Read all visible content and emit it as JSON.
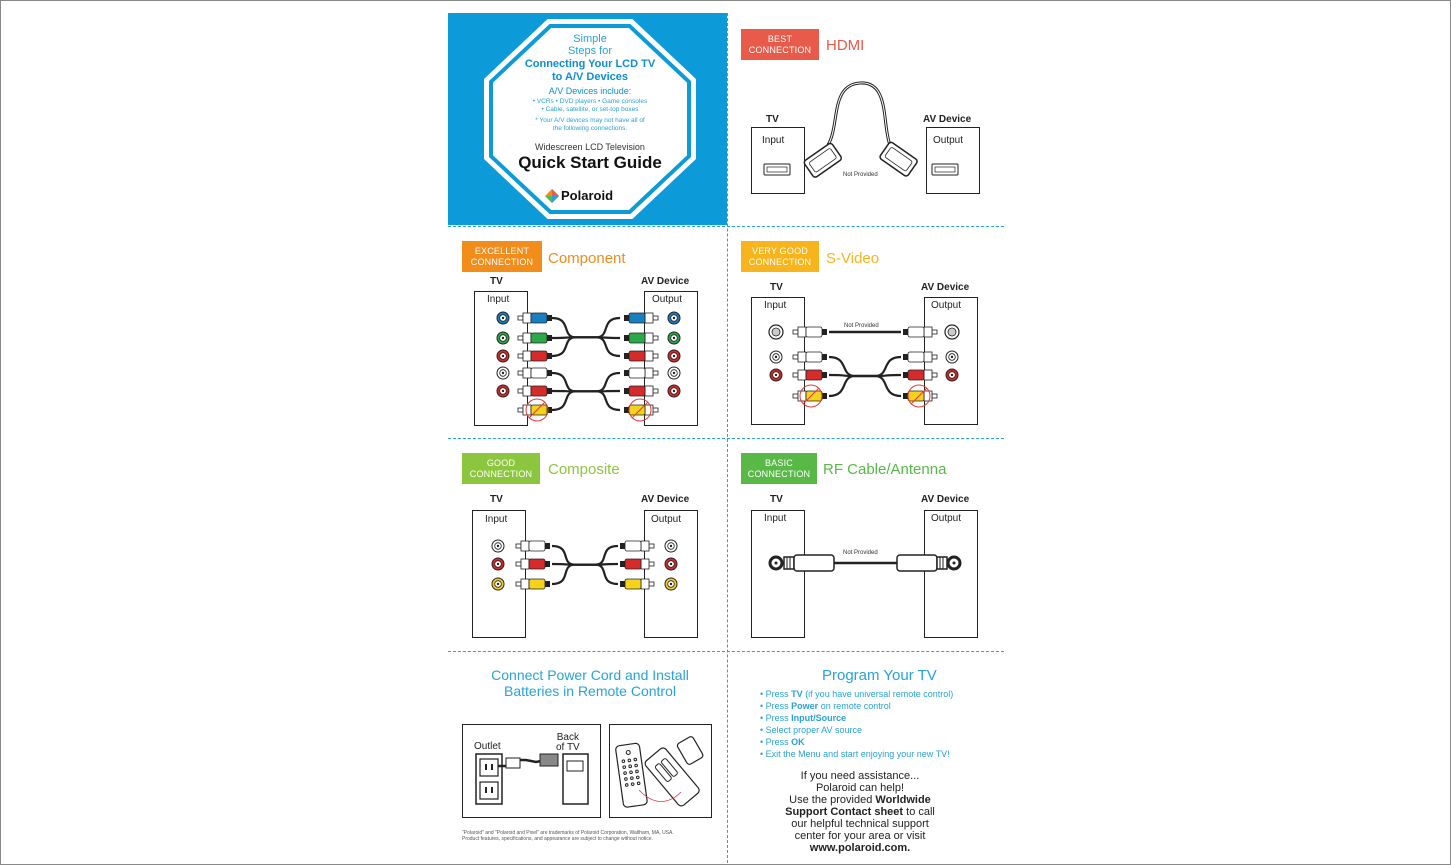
{
  "cover": {
    "simple": "Simple",
    "steps_for": "Steps for",
    "title_line1": "Connecting Your LCD TV",
    "title_line2": "to A/V Devices",
    "devices_heading": "A/V Devices include:",
    "devices_line1": "• VCRs • DVD players • Game consoles",
    "devices_line2": "• Cable, satellite, or set-top boxes",
    "note_line1": "* Your A/V devices may not have all of",
    "note_line2": "the following connections.",
    "subtitle": "Widescreen LCD Television",
    "guide": "Quick Start Guide",
    "brand": "Polaroid"
  },
  "common": {
    "tv": "TV",
    "av_device": "AV Device",
    "input": "Input",
    "output": "Output",
    "not_provided": "Not Provided"
  },
  "sections": {
    "hdmi": {
      "badge_line1": "BEST",
      "badge_line2": "CONNECTION",
      "title": "HDMI",
      "color": "#e85a4a"
    },
    "component": {
      "badge_line1": "EXCELLENT",
      "badge_line2": "CONNECTION",
      "title": "Component",
      "color": "#f28c1a"
    },
    "svideo": {
      "badge_line1": "VERY GOOD",
      "badge_line2": "CONNECTION",
      "title": "S-Video",
      "color": "#f7b41c"
    },
    "composite": {
      "badge_line1": "GOOD",
      "badge_line2": "CONNECTION",
      "title": "Composite",
      "color": "#8cc63f"
    },
    "rf": {
      "badge_line1": "BASIC",
      "badge_line2": "CONNECTION",
      "title": "RF Cable/Antenna",
      "color": "#58b947"
    }
  },
  "power": {
    "title_line1": "Connect Power Cord and Install",
    "title_line2": "Batteries in Remote Control",
    "outlet": "Outlet",
    "back_line1": "Back",
    "back_line2": "of TV"
  },
  "program": {
    "title": "Program Your TV",
    "steps": [
      {
        "pre": "Press ",
        "bold": "TV",
        "post": " (if you have universal remote control)"
      },
      {
        "pre": "Press ",
        "bold": "Power",
        "post": " on remote control"
      },
      {
        "pre": "Press ",
        "bold": "Input/Source",
        "post": ""
      },
      {
        "pre": "Select proper AV source",
        "bold": "",
        "post": ""
      },
      {
        "pre": "Press ",
        "bold": "OK",
        "post": ""
      },
      {
        "pre": "Exit the Menu and start enjoying your new TV!",
        "bold": "",
        "post": ""
      }
    ],
    "help_line1": "If you need assistance...",
    "help_line2": "Polaroid can help!",
    "help_line3_pre": "Use the provided ",
    "help_line3_bold": "Worldwide",
    "help_line4_bold": "Support Contact sheet",
    "help_line4_post": " to call",
    "help_line5": "our helpful technical support",
    "help_line6": "center for your area or visit",
    "help_url": "www.polaroid.com."
  },
  "footer": {
    "line1": "\"Polaroid\" and \"Polaroid and Pixel\" are trademarks of Polaroid Corporation, Waltham, MA, USA.",
    "line2": "Product features, specifications, and appearance are subject to change without notice."
  }
}
